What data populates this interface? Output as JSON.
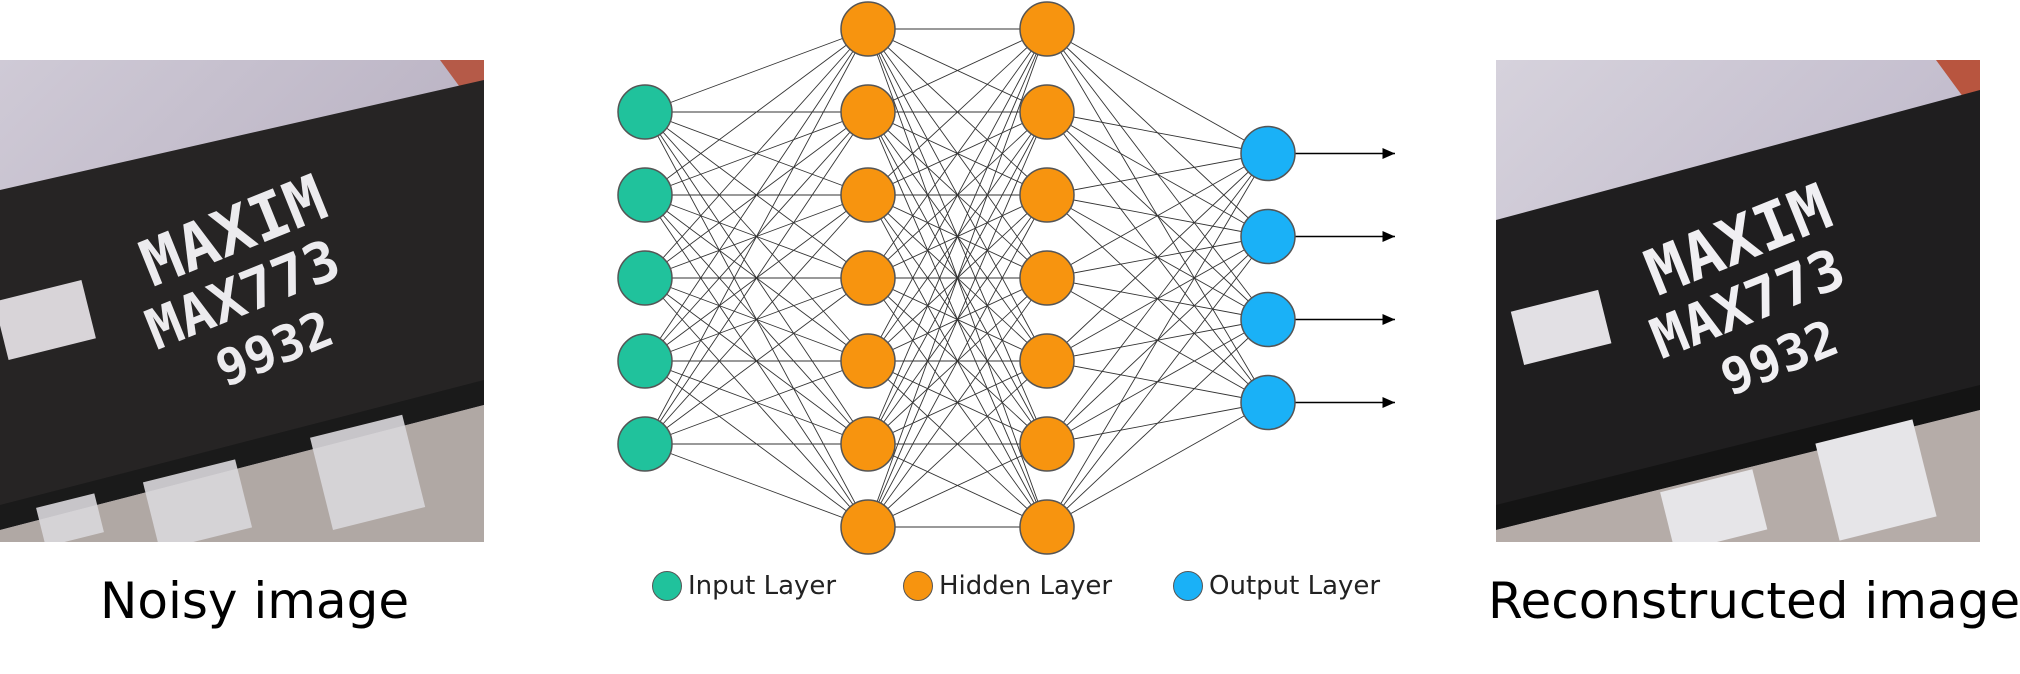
{
  "captions": {
    "left": "Noisy image",
    "right": "Reconstructed image"
  },
  "chip": {
    "line1": "MAXIM",
    "line2": "MAX773",
    "line3": "9932"
  },
  "legend": [
    {
      "label": "Input Layer",
      "color": "#20c29c"
    },
    {
      "label": "Hidden Layer",
      "color": "#f7940f"
    },
    {
      "label": "Output Layer",
      "color": "#1ab1f7"
    }
  ],
  "network": {
    "layers": [
      {
        "type": "input",
        "nodes": 5
      },
      {
        "type": "hidden",
        "nodes": 7
      },
      {
        "type": "hidden",
        "nodes": 7
      },
      {
        "type": "output",
        "nodes": 4
      }
    ],
    "output_arrows": 4
  },
  "colors": {
    "input": "#20c29c",
    "hidden": "#f7940f",
    "output": "#1ab1f7",
    "edge": "#333333"
  }
}
